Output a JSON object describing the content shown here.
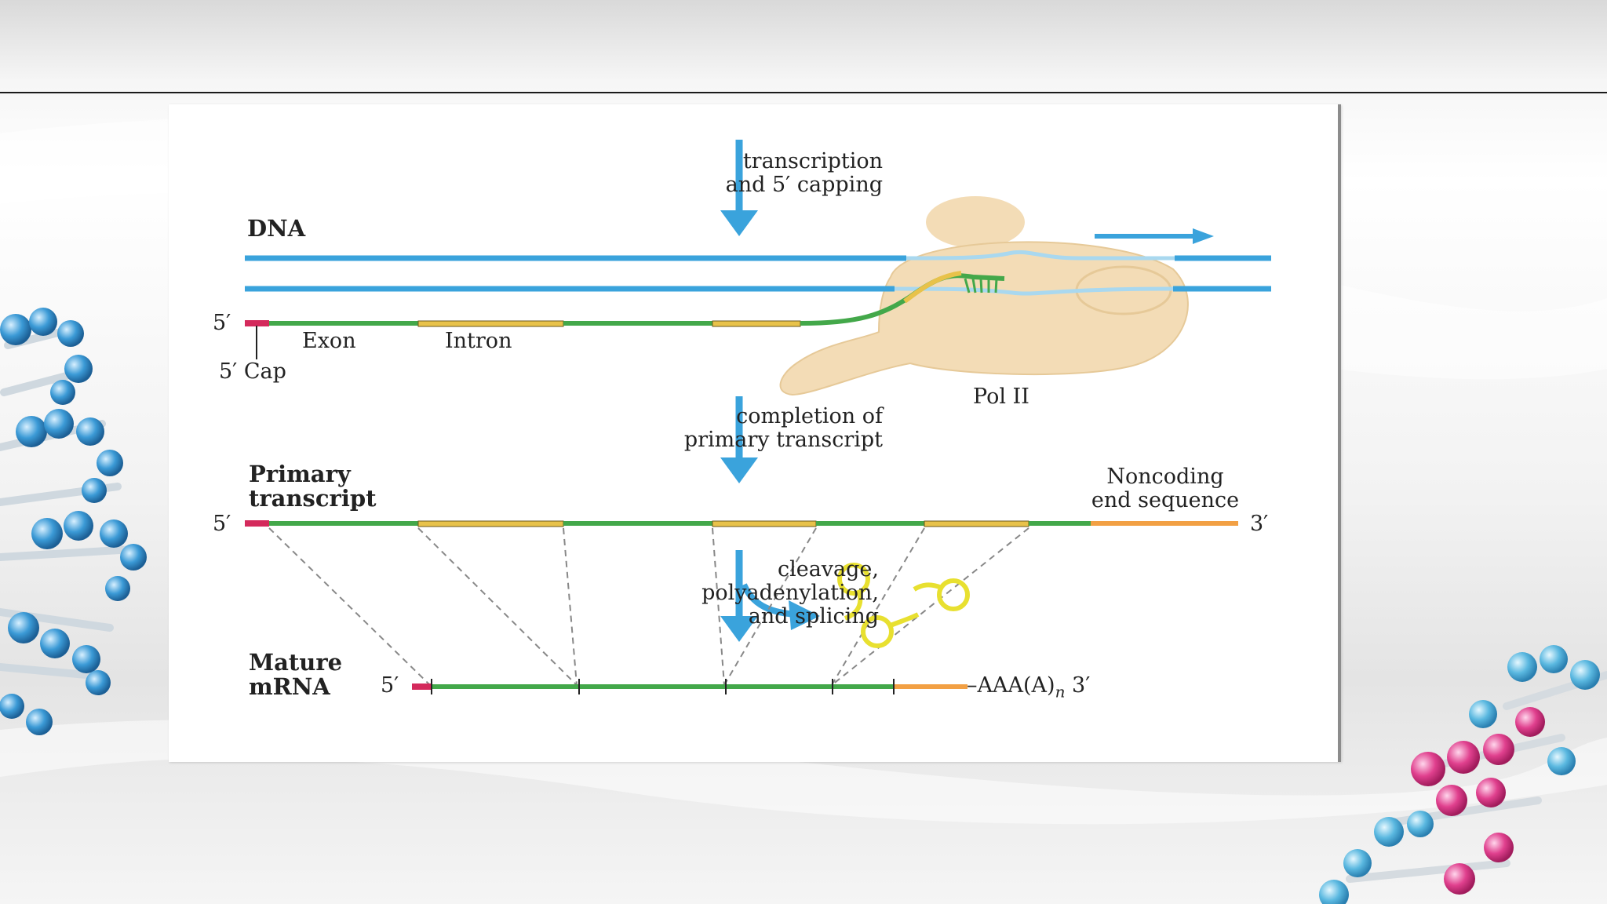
{
  "diagram": {
    "steps": {
      "transcription": [
        "transcription",
        "and 5′ capping"
      ],
      "completion": [
        "completion of",
        "primary transcript"
      ],
      "processing": [
        "cleavage,",
        "polyadenylation,",
        "and splicing"
      ]
    },
    "labels": {
      "dna": "DNA",
      "five_prime": "5′",
      "three_prime": "3′",
      "exon": "Exon",
      "intron": "Intron",
      "cap": "5′ Cap",
      "pol": "Pol II",
      "primary": [
        "Primary",
        "transcript"
      ],
      "noncoding": [
        "Noncoding",
        "end sequence"
      ],
      "mature": [
        "Mature",
        "mRNA"
      ],
      "polya": "–AAA(A)",
      "polya_sub": "n"
    },
    "colors": {
      "dna": "#3aa3dc",
      "exon": "#43a84a",
      "intron": "#e8c24a",
      "cap": "#d42a5c",
      "noncoding": "#f2a044",
      "polymerase": "#f3dcb6",
      "arrow": "#3aa3dc",
      "lariat": "#e8e030"
    }
  }
}
